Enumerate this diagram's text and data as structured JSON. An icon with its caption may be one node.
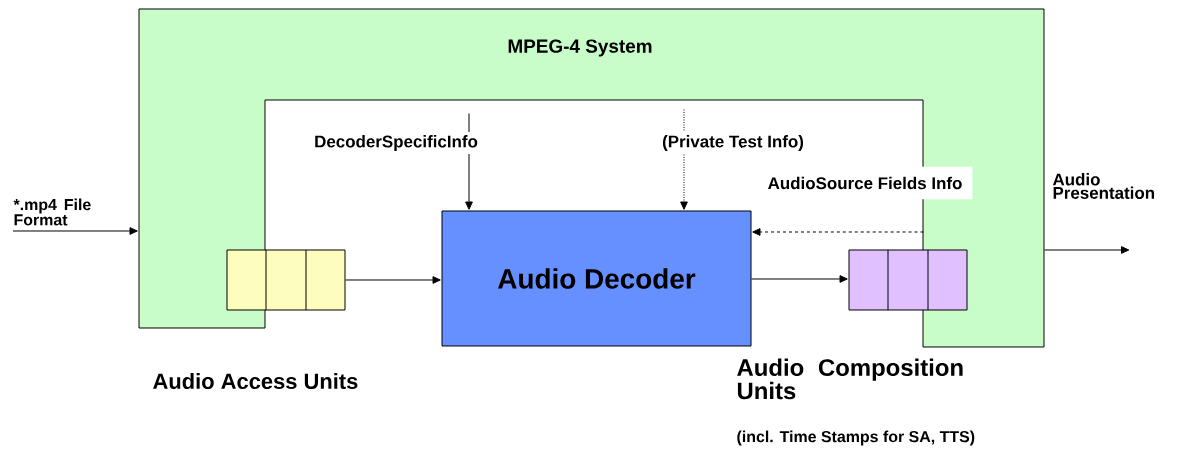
{
  "diagram": {
    "nodes": [
      {
        "text": [
          "MPEG-4 System"
        ]
      },
      {
        "text": [
          "Audio Decoder"
        ]
      },
      {
        "text": [],
        "shape": "box"
      },
      {
        "text": [],
        "shape": "box"
      }
    ],
    "labels": [
      "Audio Access Units",
      "Audio Composition Units",
      "(incl. Time Stamps for SA, TTS)"
    ],
    "edges": [
      {
        "from": null,
        "to": 0,
        "arrow": "to",
        "label": "*.mp4 File Format"
      },
      {
        "from": 2,
        "to": 1,
        "arrow": "to"
      },
      {
        "from": 1,
        "to": 3,
        "arrow": "to"
      },
      {
        "from": 0,
        "to": 1,
        "arrow": "to",
        "label": "DecoderSpecificInfo"
      },
      {
        "from": 0,
        "to": 1,
        "arrow": "to",
        "label": "(Private Test Info)",
        "style": "dashed"
      },
      {
        "from": 0,
        "to": 1,
        "arrow": "to",
        "label": "AudioSource Fields Info",
        "style": "dashed"
      },
      {
        "from": 0,
        "to": null,
        "arrow": "to",
        "label": "Audio Presentation"
      }
    ]
  }
}
